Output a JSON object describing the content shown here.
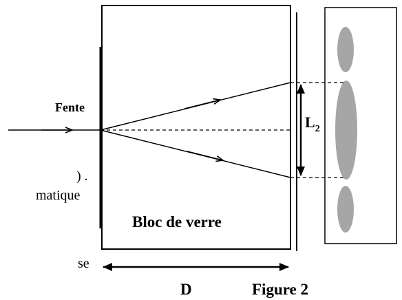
{
  "labels": {
    "slit": "Fente",
    "l2_main": "L",
    "l2_sub": "2",
    "block": "Bloc de verre",
    "distance": "D",
    "figure": "Figure 2"
  },
  "cut_text": [
    ") .",
    "matique",
    "se"
  ],
  "colors": {
    "stroke": "#000000",
    "fringe": "#a6a6a6",
    "background": "#ffffff"
  }
}
